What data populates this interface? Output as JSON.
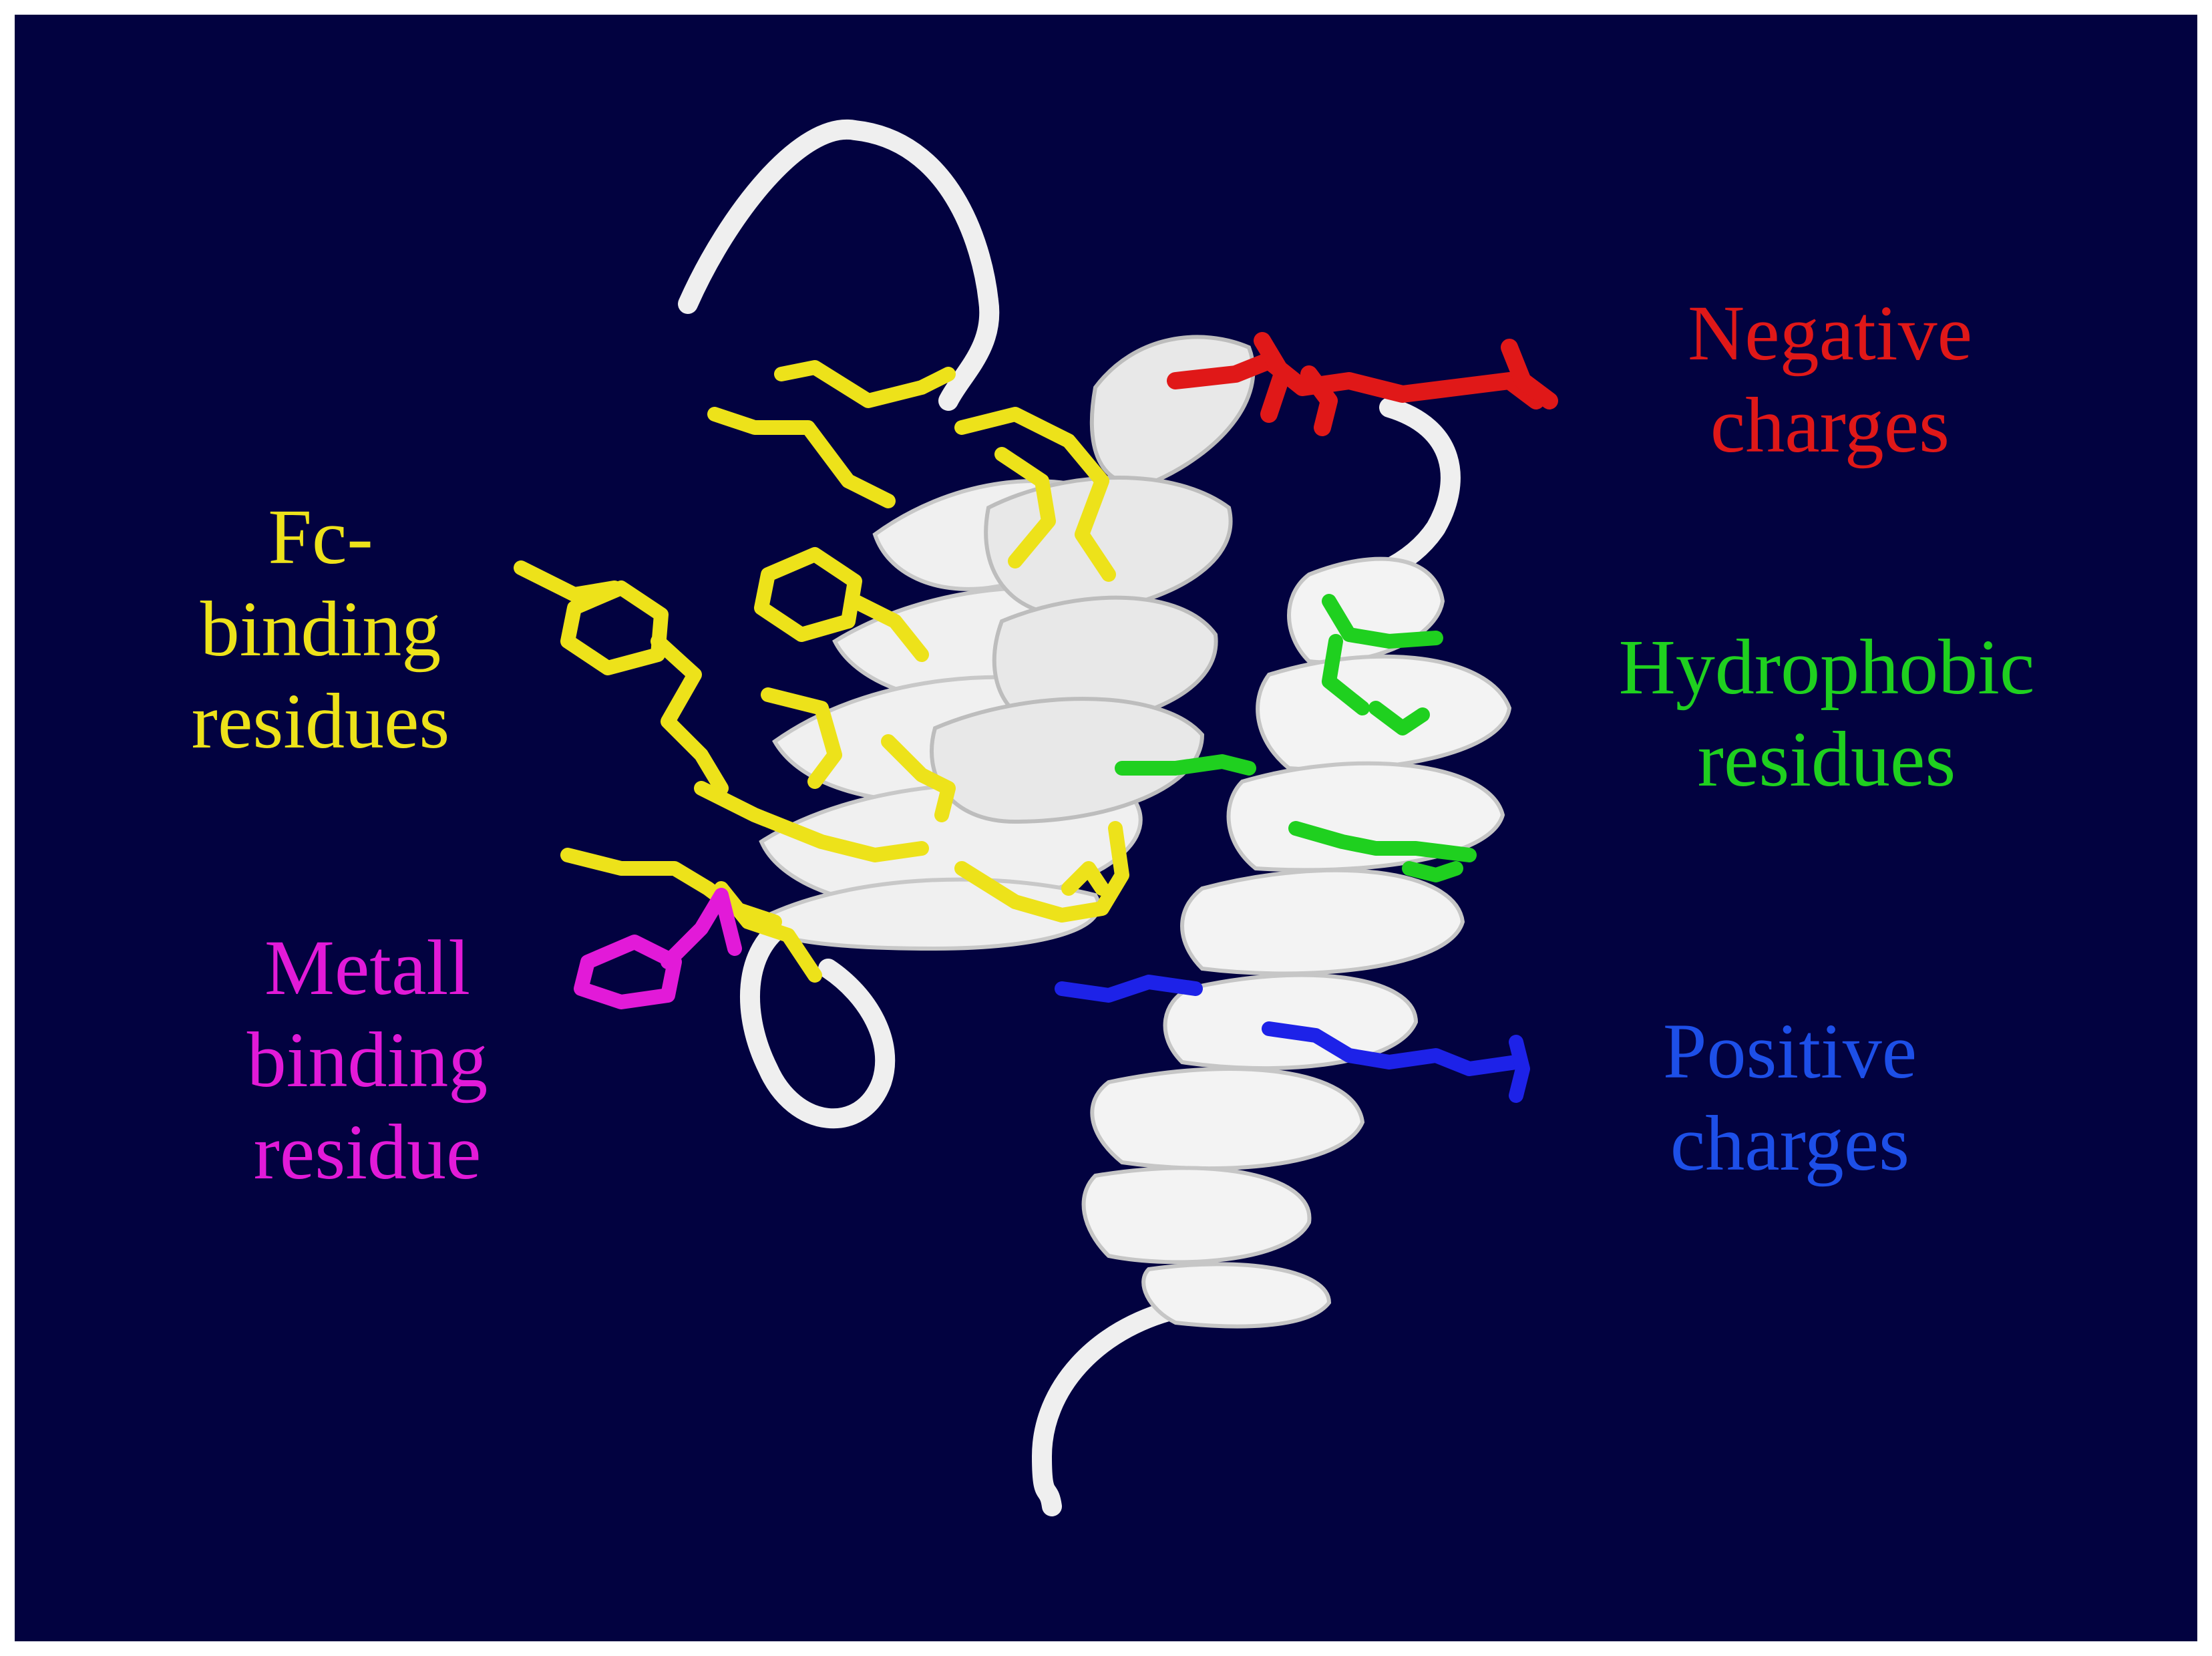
{
  "figure": {
    "background_color": "#020240",
    "ribbon_color": "#f2f2f2"
  },
  "labels": {
    "negative": {
      "line1": "Negative",
      "line2": "charges",
      "color": "#e01818"
    },
    "hydrophobic": {
      "line1": "Hydrophobic",
      "line2": "residues",
      "color": "#1fd01f"
    },
    "positive": {
      "line1": "Positive",
      "line2": "charges",
      "color": "#1d4fe8"
    },
    "fc_binding": {
      "line1": "Fc-",
      "line2": "binding",
      "line3": "residues",
      "color": "#ede21a"
    },
    "metal_binding": {
      "line1": "Metall",
      "line2": "binding",
      "line3": "residue",
      "color": "#e21ad8"
    }
  }
}
